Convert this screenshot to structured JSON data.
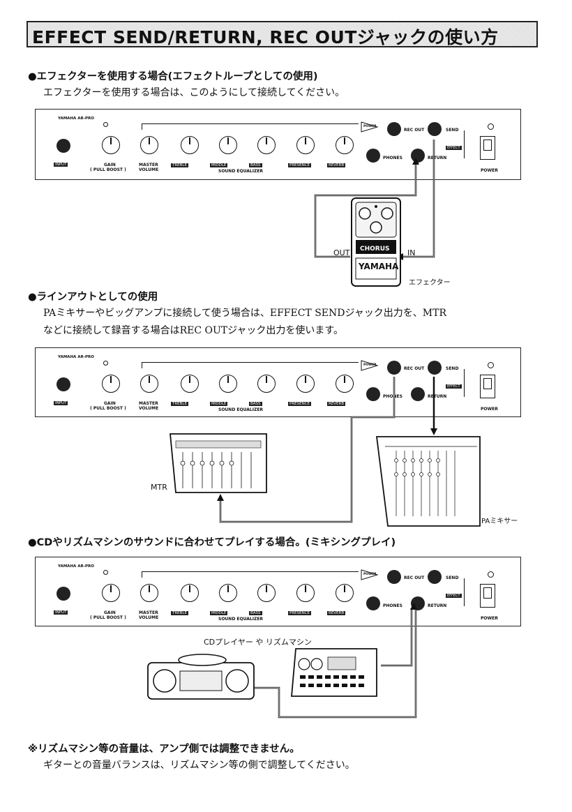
{
  "title": "EFFECT SEND/RETURN, REC OUTジャックの使い方",
  "section1": {
    "heading": "●エフェクターを使用する場合(エフェクトループとしての使用)",
    "text": "エフェクターを使用する場合は、このようにして接続してください。",
    "out_label": "OUT",
    "in_label": "IN",
    "pedal_model": "CHORUS",
    "pedal_brand": "YAMAHA",
    "effector_label": "エフェクター"
  },
  "section2": {
    "heading": "●ラインアウトとしての使用",
    "text1": "PAミキサーやビッグアンプに接続して使う場合は、EFFECT SENDジャック出力を、MTR",
    "text2": "などに接続して録音する場合はREC OUTジャック出力を使います。",
    "mtr_label": "MTR",
    "pa_label": "PAミキサー"
  },
  "section3": {
    "heading": "●CDやリズムマシンのサウンドに合わせてプレイする場合。(ミキシングプレイ)",
    "devices_label": "CDプレイヤー や リズムマシン"
  },
  "note": {
    "line1": "※リズムマシン等の音量は、アンプ側では調整できません。",
    "line2": "ギターとの音量バランスは、リズムマシン等の側で調整してください。"
  },
  "panel": {
    "brand": "YAMAHA AR-PRO",
    "input": "INPUT",
    "gain": "GAIN",
    "pull_boost": "( PULL BOOST )",
    "master": "MASTER",
    "volume": "VOLUME",
    "knobs": [
      "TREBLE",
      "MIDDLE",
      "BASS",
      "PRESENCE",
      "REVERB"
    ],
    "sound_eq": "SOUND EQUALIZER",
    "power_lamp": "POWER",
    "rec_out": "REC OUT",
    "send": "SEND",
    "effect": "EFFECT",
    "phones": "PHONES",
    "return": "RETURN",
    "power": "POWER"
  }
}
